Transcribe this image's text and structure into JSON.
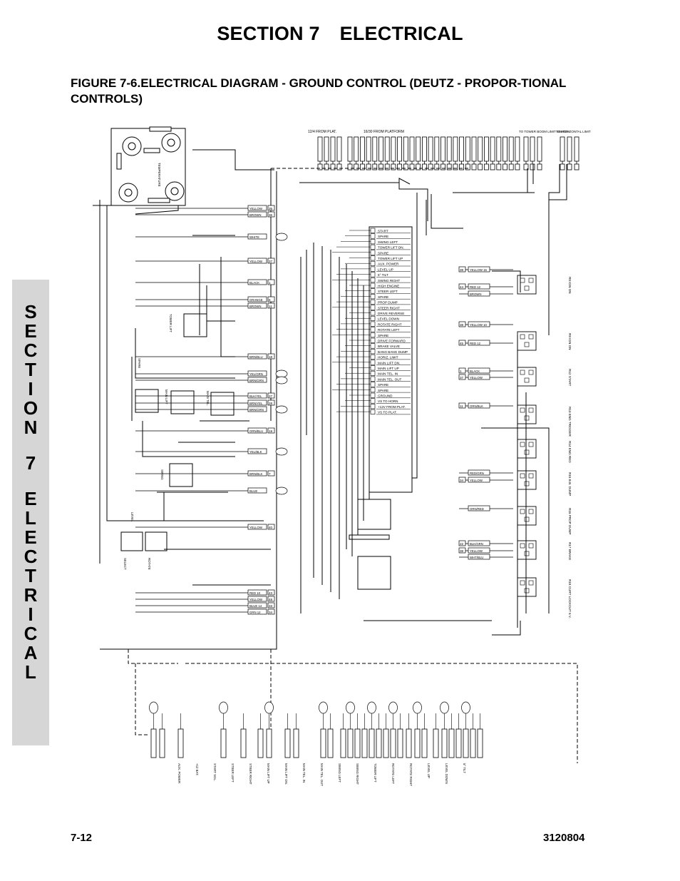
{
  "header": {
    "section": "SECTION 7",
    "name": "ELECTRICAL"
  },
  "figure_title": "FIGURE 7-6.ELECTRICAL DIAGRAM - GROUND CONTROL (DEUTZ - PROPOR-TIONAL CONTROLS)",
  "side_tab": {
    "letters": [
      "S",
      "E",
      "C",
      "T",
      "I",
      "O",
      "N",
      "",
      "7",
      "",
      "E",
      "L",
      "E",
      "C",
      "T",
      "R",
      "I",
      "C",
      "A",
      "L"
    ]
  },
  "footer": {
    "page": "7-12",
    "doc_number": "3120804"
  },
  "diagram": {
    "top_labels": [
      "12/4 FROM PLAT.",
      "16/30 FROM PLATFORM",
      "TO TOWER BOOM LIMIT SWITCH",
      "TO HORIZONTAL LIMIT SWITCH"
    ],
    "terminal_labels": [
      "START",
      "SPARE",
      "SWING LEFT",
      "TOWER LIFT DN.",
      "SPARE",
      "TOWER LIFT UP",
      "AUX. POWER",
      "LEVEL UP",
      "5° TILT",
      "SWING RIGHT",
      "HIGH ENGINE",
      "STEER LEFT",
      "SPARE",
      "PROP DUMP",
      "STEER RIGHT",
      "DRIVE REVERSE",
      "LEVEL DOWN",
      "ROTATE RIGHT",
      "ROTATE LEFT",
      "SPARE",
      "DRIVE FORWARD",
      "BRAKE VALVE",
      "BANG BANG DUMP",
      "HORIZ. LIMIT",
      "MAIN LIFT DN.",
      "MAIN LIFT UP",
      "MAIN TEL. IN",
      "MAIN TEL. OUT",
      "SPARE",
      "SPARE",
      "GROUND",
      "VS TO HORN",
      "+12V FROM PLAT.",
      "VS TO PLAT."
    ],
    "left_wires": [
      {
        "color": "YELLOW",
        "num": "35"
      },
      {
        "color": "BROWN",
        "num": "36"
      },
      {
        "color": "WHITE",
        "num": ""
      },
      {
        "color": "YELLOW",
        "num": "37"
      },
      {
        "color": "BLACK",
        "num": "1"
      },
      {
        "color": "ORANGE",
        "num": "6"
      },
      {
        "color": "BROWN",
        "num": "11"
      },
      {
        "color": "BRN/BLU",
        "num": "18"
      },
      {
        "color": "YEL/GRN",
        "num": ""
      },
      {
        "color": "BRN/GRN",
        "num": ""
      },
      {
        "color": "BLK/YEL",
        "num": "27"
      },
      {
        "color": "BRN/YEL",
        "num": "28"
      },
      {
        "color": "BRN/GRN",
        "num": ""
      },
      {
        "color": "ORN/BLU",
        "num": "19"
      },
      {
        "color": "YEL/BLK",
        "num": ""
      },
      {
        "color": "BRN/BLK",
        "num": "7"
      },
      {
        "color": "BLUE",
        "num": ""
      },
      {
        "color": "YELLOW",
        "num": "40"
      },
      {
        "color": "RED 10",
        "num": "43"
      },
      {
        "color": "YELLOW",
        "num": "48"
      },
      {
        "color": "BLUE 14",
        "num": "33"
      },
      {
        "color": "GRN 12",
        "num": "34"
      }
    ],
    "right_wires": [
      {
        "num": "39",
        "color": "YELLOW 15"
      },
      {
        "num": "44",
        "color": "RED 12"
      },
      {
        "num": "",
        "color": "BROWN"
      },
      {
        "num": "38",
        "color": "YELLOW 10"
      },
      {
        "num": "45",
        "color": "RED 12"
      },
      {
        "num": "1",
        "color": "BLACK"
      },
      {
        "num": "37",
        "color": "YELLOW"
      },
      {
        "num": "11",
        "color": "ORN/BLK"
      },
      {
        "num": "",
        "color": "RED/GRN"
      },
      {
        "num": "34",
        "color": "YELLOW"
      },
      {
        "num": "",
        "color": "ORN/RED"
      },
      {
        "num": "22",
        "color": "BLK/GRN"
      },
      {
        "num": "38",
        "color": "YELLOW"
      },
      {
        "num": "",
        "color": "WHT/BLU"
      }
    ],
    "relay_labels": [
      "R8 IGN ON",
      "R9 IGN ON",
      "R12 START",
      "R13 ENG TRIGGER",
      "R14 ENG RED",
      "R15 B.B. DUMP",
      "R16 PROP DUMP",
      "R17 BRAKE",
      "R18 CURT LOCKOUT 6 V."
    ],
    "top_text": "TEMPERATURE",
    "inline_labels": [
      "TOWER LIFT",
      "MAIN LIFT",
      "MAIN TEL.",
      "SWING",
      "LEVEL",
      "SELECT",
      "ROTATE",
      "SPARE"
    ],
    "bottom_labels": [
      "AUX. POWER",
      "+12 BAT.",
      "START SOL.",
      "STEER LEFT",
      "STEER RIGHT",
      "MAIN LIFT UP",
      "MAIN LIFT DN.",
      "MAIN TEL. IN",
      "MAIN TEL. OUT",
      "SWING LEFT",
      "SWING RIGHT",
      "TOWER LIFT",
      "ROTATE LEFT",
      "ROTATE RIGHT",
      "LEVEL UP",
      "LEVEL DOWN",
      "5° TILT"
    ]
  }
}
